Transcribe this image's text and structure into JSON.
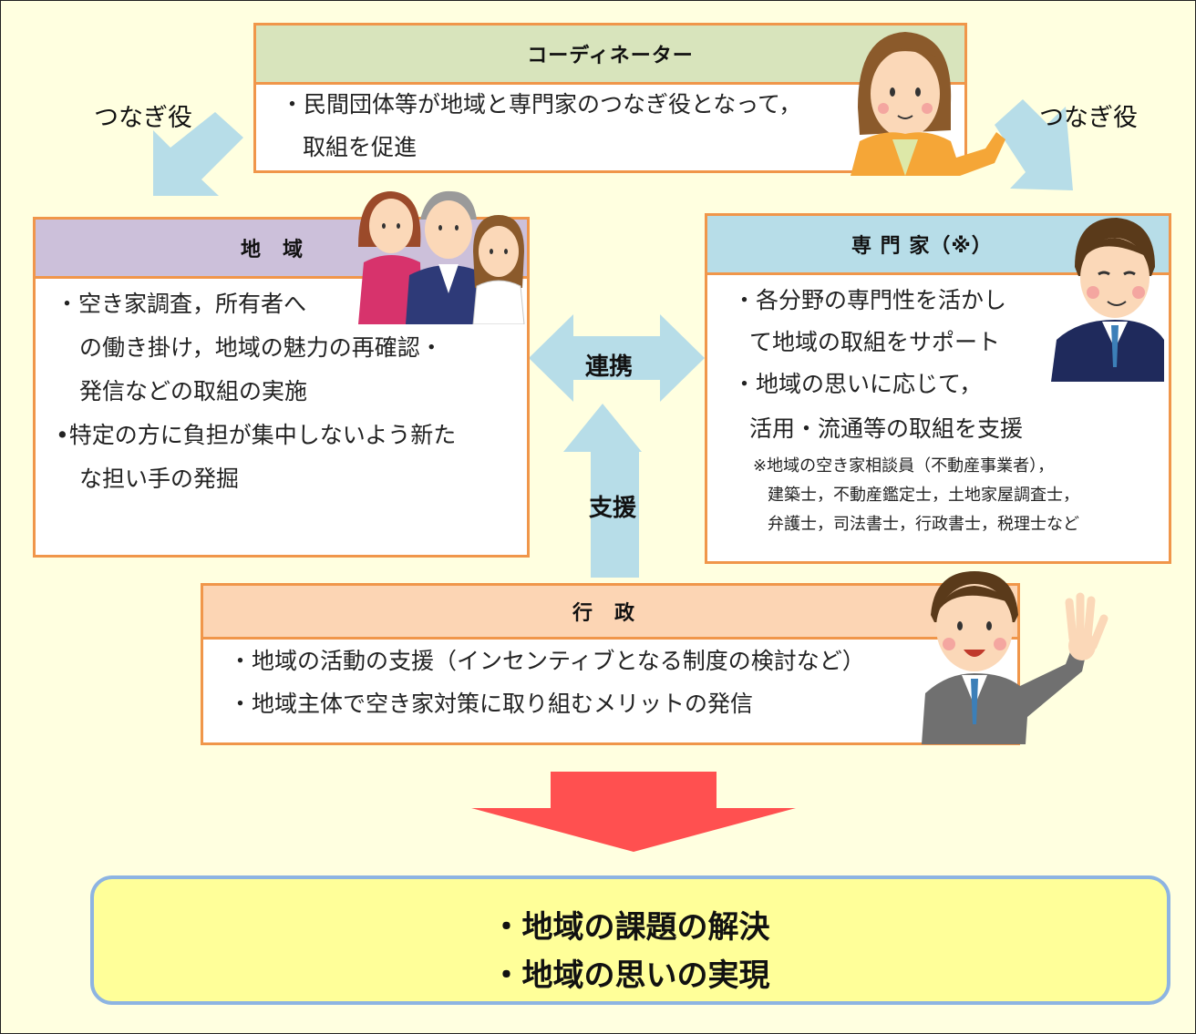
{
  "coordinator": {
    "title": "コーディネーター",
    "lines": [
      "・民間団体等が地域と専門家のつなぎ役となって，",
      "取組を促進"
    ]
  },
  "link_label_left": "つなぎ役",
  "link_label_right": "つなぎ役",
  "region": {
    "title": "地　域",
    "lines": [
      "・空き家調査，所有者へ",
      "の働き掛け，地域の魅力の再確認・",
      "発信などの取組の実施",
      "•特定の方に負担が集中しないよう新た",
      "な担い手の発掘"
    ]
  },
  "expert": {
    "title": "専 門 家（※）",
    "lines": [
      "・各分野の専門性を活かし",
      "て地域の取組をサポート",
      "・地域の思いに応じて，",
      "活用・流通等の取組を支援"
    ],
    "note_lines": [
      "※地域の空き家相談員（不動産事業者），",
      "建築士，不動産鑑定士，土地家屋調査士，",
      "弁護士，司法書士，行政書士，税理士など"
    ]
  },
  "cooperation_label": "連携",
  "support_label": "支援",
  "government": {
    "title": "行　政",
    "lines": [
      "・地域の活動の支援（インセンティブとなる制度の検討など）",
      "・地域主体で空き家対策に取り組むメリットの発信"
    ]
  },
  "result": {
    "lines": [
      "・地域の課題の解決",
      "・地域の思いの実現"
    ]
  },
  "colors": {
    "background": "#FFFFE0",
    "box_border": "#F0964A",
    "coordinator_header": "#D8E4BC",
    "region_header": "#CCC0DA",
    "expert_header": "#B7DDE8",
    "government_header": "#FCD5B4",
    "light_arrow": "#B7DDE8",
    "result_arrow": "#FF5050",
    "result_fill": "#FFFF99",
    "result_border": "#8DB4E2"
  }
}
